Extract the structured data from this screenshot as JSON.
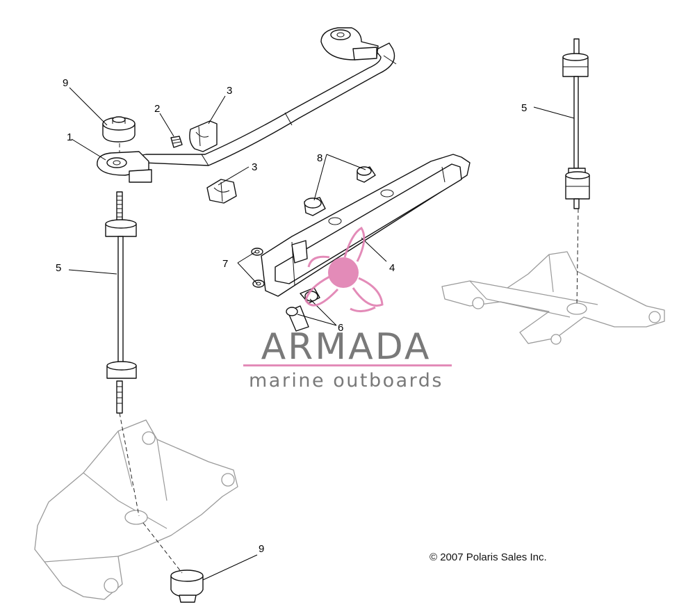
{
  "callouts": {
    "c1": "1",
    "c2": "2",
    "c3a": "3",
    "c3b": "3",
    "c4": "4",
    "c5_left": "5",
    "c5_right": "5",
    "c6": "6",
    "c7": "7",
    "c8": "8",
    "c9_top": "9",
    "c9_bottom": "9"
  },
  "watermark": {
    "brand": "ARMADA",
    "tagline": "marine outboards"
  },
  "copyright": "© 2007 Polaris Sales Inc.",
  "colors": {
    "watermark_pink": "#e07fb1",
    "watermark_grey": "#6b6b6b"
  }
}
